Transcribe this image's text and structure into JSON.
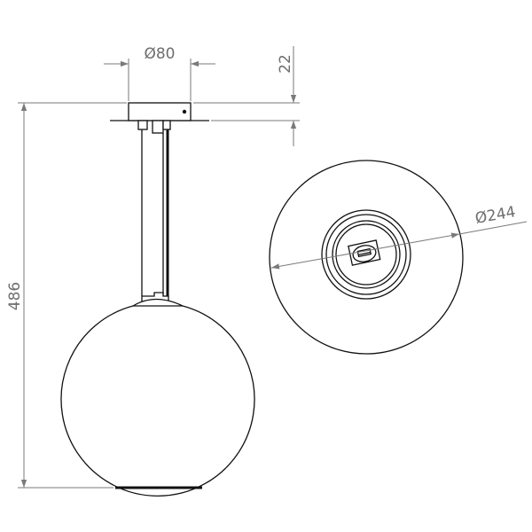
{
  "dimensions": {
    "canopy_diameter": "Ø80",
    "canopy_height": "22",
    "total_height": "486",
    "globe_diameter": "Ø244"
  }
}
